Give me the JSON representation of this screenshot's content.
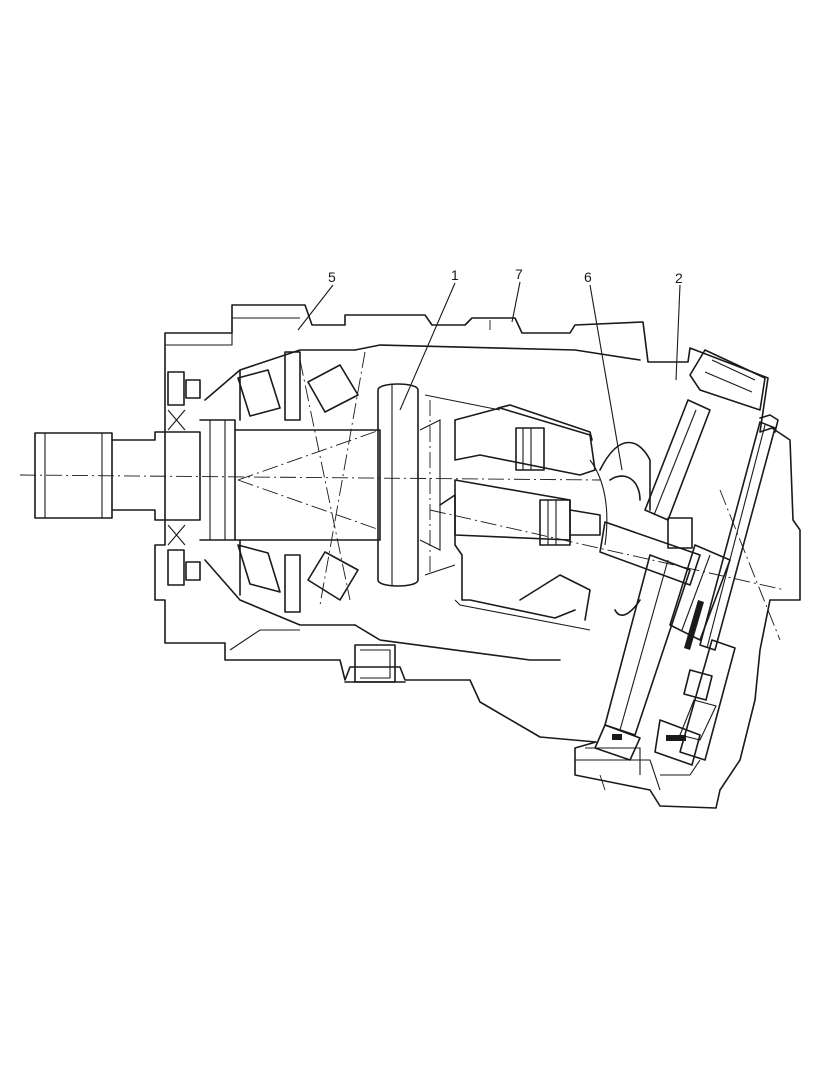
{
  "diagram": {
    "callouts": [
      {
        "id": "c5",
        "label": "5"
      },
      {
        "id": "c1",
        "label": "1"
      },
      {
        "id": "c7",
        "label": "7"
      },
      {
        "id": "c6",
        "label": "6"
      },
      {
        "id": "c2",
        "label": "2"
      }
    ]
  }
}
